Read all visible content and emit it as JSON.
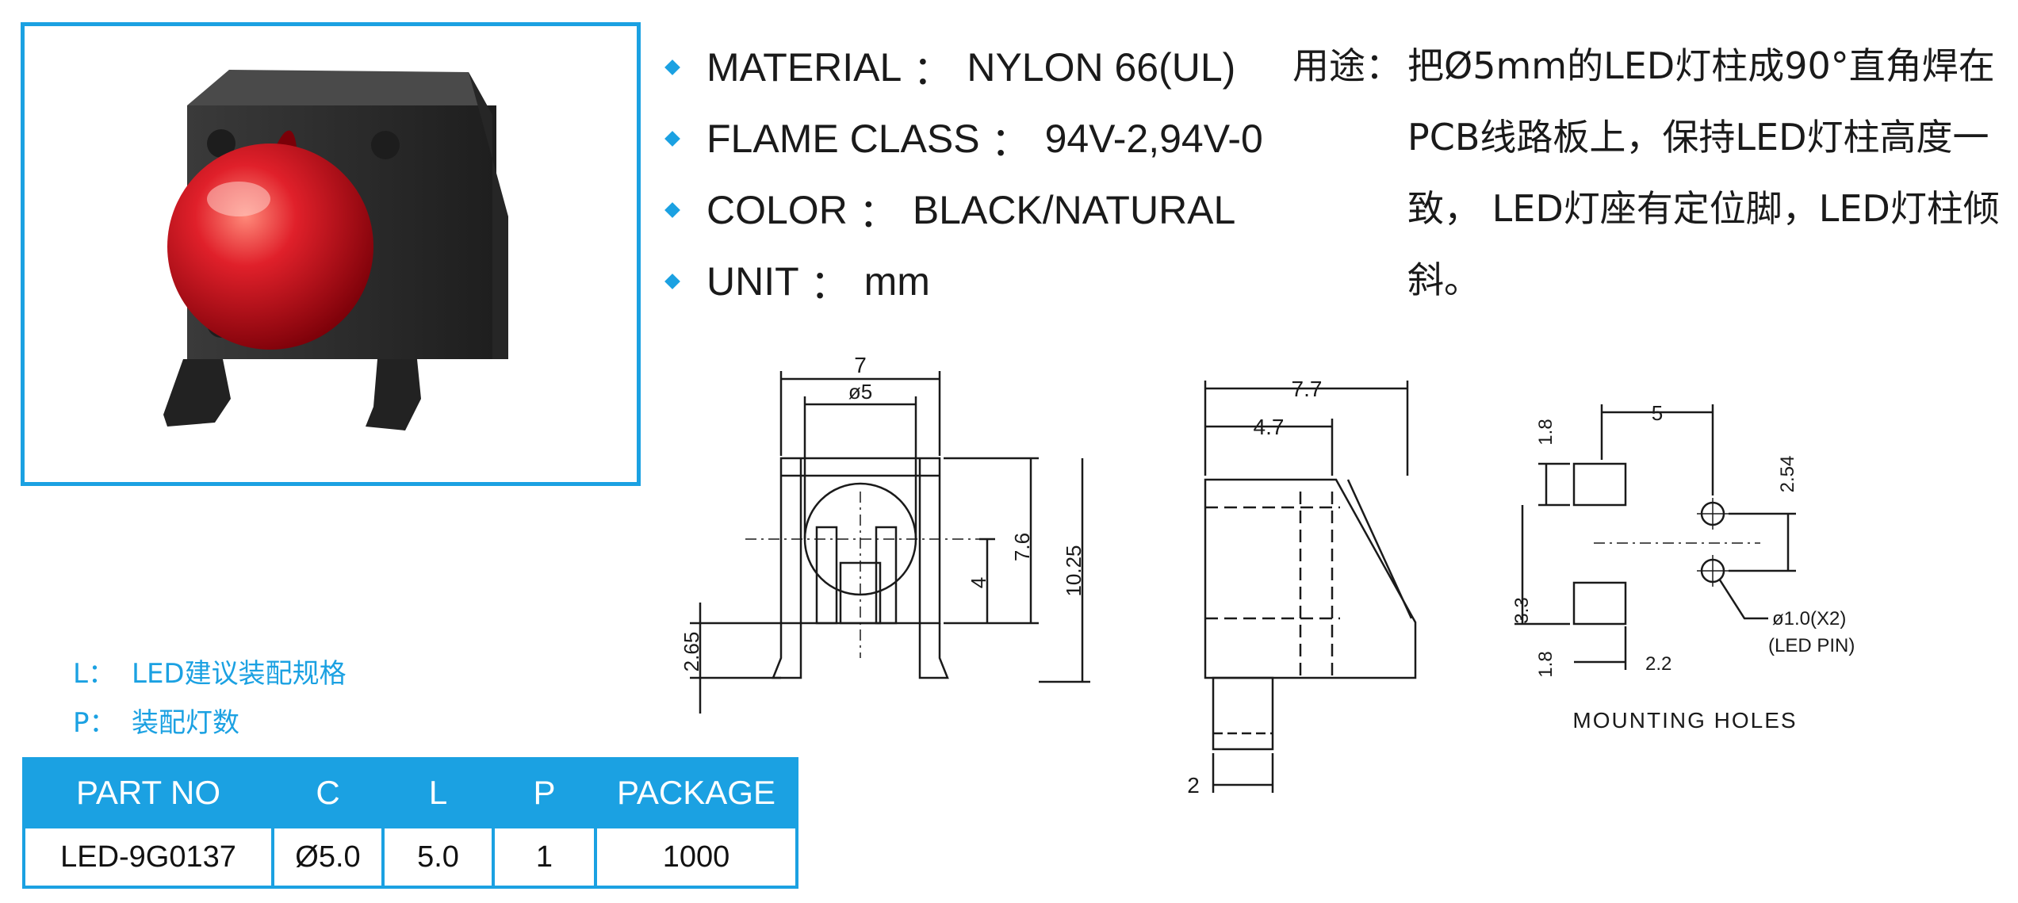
{
  "specs": [
    {
      "label": "MATERIAL",
      "sep": "：",
      "value": "NYLON 66(UL)"
    },
    {
      "label": "FLAME CLASS",
      "sep": "：",
      "value": "94V-2,94V-0"
    },
    {
      "label": "COLOR",
      "sep": "：",
      "value": "BLACK/NATURAL"
    },
    {
      "label": "UNIT",
      "sep": "：",
      "value": "mm"
    }
  ],
  "usage": {
    "label": "用途：",
    "text": "把Ø5mm的LED灯柱成90°直角焊在PCB线路板上，保持LED灯柱高度一致， LED灯座有定位脚，LED灯柱倾斜。"
  },
  "legend": {
    "l_key": "L：",
    "l_text": "LED建议装配规格",
    "p_key": "P：",
    "p_text": "装配灯数"
  },
  "table": {
    "headers": [
      "PART NO",
      "C",
      "L",
      "P",
      "PACKAGE"
    ],
    "rows": [
      [
        "LED-9G0137",
        "Ø5.0",
        "5.0",
        "1",
        "1000"
      ]
    ]
  },
  "drawing": {
    "front": {
      "width": "7",
      "dia": "ø5",
      "h1": "7.6",
      "h2": "10.25",
      "h3": "4",
      "h4": "2.65"
    },
    "side": {
      "width": "7.7",
      "w2": "4.7",
      "pin": "2"
    },
    "holes": {
      "pitch": "5",
      "d1": "1.8",
      "d2": "2.54",
      "d3": "3.3",
      "d4": "1.8",
      "d5": "2.2",
      "pin_dia": "ø1.0(X2)",
      "pin_note": "(LED PIN)",
      "caption": "MOUNTING HOLES"
    }
  },
  "colors": {
    "accent": "#1ba1e2",
    "led_red": "#c8101a",
    "housing": "#2b2b2b"
  }
}
